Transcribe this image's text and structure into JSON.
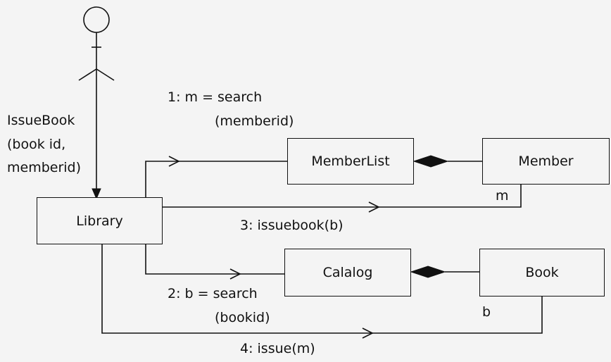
{
  "actor": {
    "message_lines": [
      "IssueBook",
      "(book id,",
      "memberid)"
    ]
  },
  "classes": {
    "library": "Library",
    "member_list": "MemberList",
    "member": "Member",
    "catalog": "Calalog",
    "book": "Book"
  },
  "messages": {
    "m1_line1": "1: m = search",
    "m1_line2": "(memberid)",
    "m2_line1": "2: b = search",
    "m2_line2": "(bookid)",
    "m3": "3: issuebook(b)",
    "m4": "4: issue(m)"
  },
  "roles": {
    "member_role": "m",
    "book_role": "b"
  }
}
